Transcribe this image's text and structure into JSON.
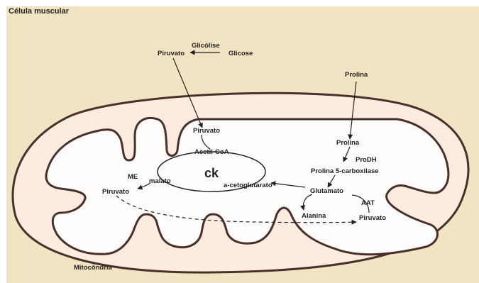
{
  "title": "Célula muscular",
  "labels": {
    "glicolise": "Glicólise",
    "piruvato_top": "Piruvato",
    "glicose": "Glicose",
    "prolina_top": "Prolina",
    "piruvato_inner": "Piruvato",
    "acetil_coa": "Acetil-CoA",
    "ck": "ck",
    "me": "ME",
    "malato": "malato",
    "piruvato_left": "Piruvato",
    "a_ceto": "a-cetoglutarato",
    "prolina_inner": "Prolina",
    "prodh": "ProDH",
    "prolina_5c": "Prolina 5-carboxilase",
    "glutamato": "Glutamato",
    "aat": "AAT",
    "alanina": "Alanina",
    "piruvato_right": "Piruvato",
    "mitocondria": "Mitocôndria"
  },
  "colors": {
    "background": "#f1e4c2",
    "outer_membrane_fill": "#fcece0",
    "inner_space": "#fffdfb",
    "stroke": "#4a2f2a",
    "text": "#222222"
  }
}
